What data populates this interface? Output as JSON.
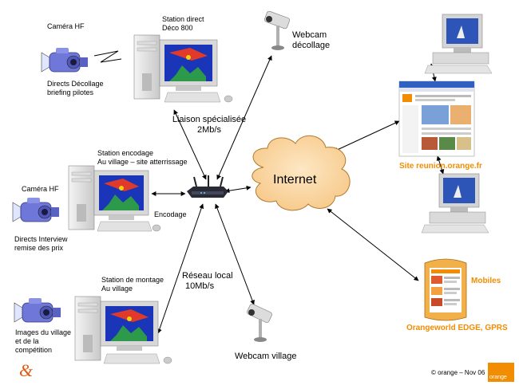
{
  "labels": {
    "camera_top_title": "Caméra HF",
    "camera_top_caption_1": "Directs Décollage",
    "camera_top_caption_2": "briefing pilotes",
    "station_direct_1": "Station direct",
    "station_direct_2": "Déco 800",
    "webcam_top_1": "Webcam",
    "webcam_top_2": "décollage",
    "liaison_1": "Liaison spécialisée",
    "liaison_2": "2Mb/s",
    "station_encodage_1": "Station encodage",
    "station_encodage_2": "Au village – site atterrissage",
    "camera_mid_title": "Caméra HF",
    "encodage": "Encodage",
    "camera_mid_caption_1": "Directs Interview",
    "camera_mid_caption_2": "remise des prix",
    "internet": "Internet",
    "site": "Site reunion.orange.fr",
    "station_montage_1": "Station de montage",
    "station_montage_2": "Au village",
    "reseau_1": "Réseau local",
    "reseau_2": "10Mb/s",
    "mobiles": "Mobiles",
    "orangeworld": "Orangeworld EDGE, GPRS",
    "images_1": "Images du village",
    "images_2": "et de la",
    "images_3": "compétition",
    "webcam_village": "Webcam village",
    "copyright": "© orange – Nov 06",
    "badge": "orange"
  },
  "icons": {
    "camera": "video-camera-icon",
    "computer": "desktop-computer-icon",
    "webcam": "webcam-icon",
    "router": "router-icon",
    "cloud": "cloud-icon",
    "logo": "ampersand-logo"
  },
  "colors": {
    "orange": "#f28c00",
    "cloud": "#fcd9a0",
    "camera": "#6f78d8",
    "screen": "#1a35b8"
  }
}
